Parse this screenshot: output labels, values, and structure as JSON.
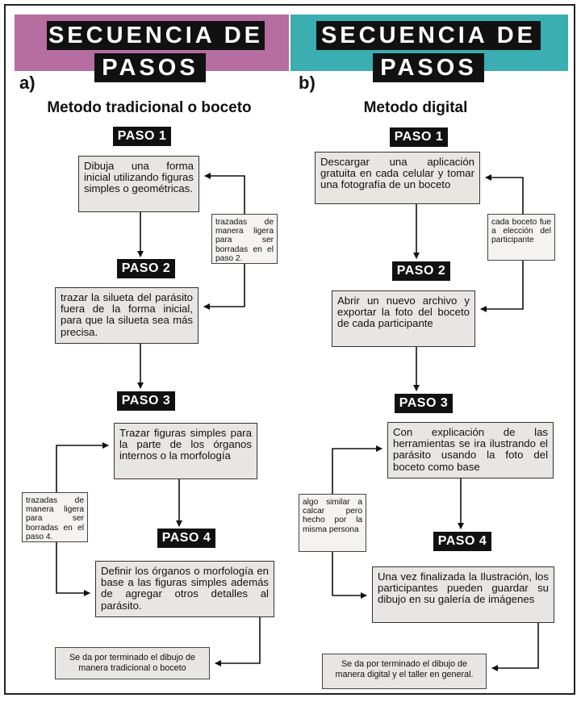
{
  "panel_a": {
    "banner_line1": "SECUENCIA DE",
    "banner_line2": "PASOS",
    "letter": "a)",
    "method_title": "Metodo tradicional o boceto",
    "step1_label": "PASO 1",
    "step1_text": "Dibuja una forma inicial utilizando figuras simples o geométricas.",
    "note1": "trazadas de manera ligera para ser borradas en el paso 2.",
    "step2_label": "PASO 2",
    "step2_text": "trazar la silueta del parásito fuera de la forma inicial, para que la silueta sea más precisa.",
    "step3_label": "PASO 3",
    "step3_text": "Trazar figuras simples para la parte de los órganos internos o la morfología",
    "note2": "trazadas de manera ligera para ser borradas en el paso 4.",
    "step4_label": "PASO 4",
    "step4_text": "Definir los órganos o morfología en base a las figuras simples además de agregar otros detalles al parásito.",
    "final_text": "Se da por terminado el dibujo de manera tradicional o boceto",
    "banner_color": "#b56e9f"
  },
  "panel_b": {
    "banner_line1": "SECUENCIA DE",
    "banner_line2": "PASOS",
    "letter": "b)",
    "method_title": "Metodo digital",
    "step1_label": "PASO 1",
    "step1_text": "Descargar una aplicación gratuita en cada celular y tomar una fotografía de un boceto",
    "note1": "cada boceto fue a elección del participante",
    "step2_label": "PASO 2",
    "step2_text": "Abrir un nuevo archivo y exportar la foto del boceto de cada participante",
    "step3_label": "PASO 3",
    "step3_text": "Con explicación de las herramientas se ira ilustrando el parásito usando la foto del boceto como base",
    "note2": "algo similar a calcar pero hecho por la misma persona",
    "step4_label": "PASO 4",
    "step4_text": "Una vez finalizada la Ilustración, los participantes pueden guardar su dibujo en su galería de imágenes",
    "final_text": "Se da por terminado el dibujo de manera digital y el taller en general.",
    "banner_color": "#3aaeb0"
  }
}
